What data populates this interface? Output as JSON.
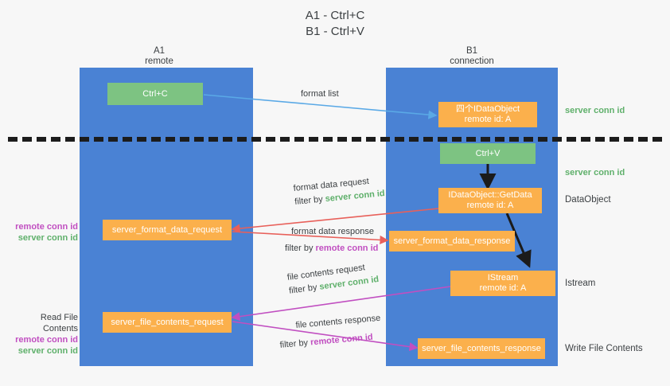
{
  "title": {
    "line1": "A1 - Ctrl+C",
    "line2": "B1 - Ctrl+V"
  },
  "columns": [
    {
      "name": "A1",
      "sub": "remote"
    },
    {
      "name": "B1",
      "sub": "connection"
    }
  ],
  "colors": {
    "lane": "#4a82d4",
    "green_box": "#7dc382",
    "orange_box": "#fbb04c",
    "server_conn_id": "#5fb06b",
    "remote_conn_id": "#c14fc1",
    "arrow_blue": "#5aa9e6",
    "arrow_red": "#e8605a",
    "arrow_magenta": "#c14fc1",
    "arrow_dark": "#1b1b1b",
    "divider": "#1c1c1c",
    "background": "#f7f7f7",
    "text": "#3c4043"
  },
  "boxes": {
    "ctrl_c": "Ctrl+C",
    "ctrl_v": "Ctrl+V",
    "idataobject_title": "四个IDataObject",
    "idataobject_sub": "remote id: A",
    "getdata_title": "IDataObject::GetData",
    "getdata_sub": "remote id: A",
    "istream_title": "IStream",
    "istream_sub": "remote id: A",
    "server_format_data_request": "server_format_data_request",
    "server_format_data_response": "server_format_data_response",
    "server_file_contents_request": "server_file_contents_request",
    "server_file_contents_response": "server_file_contents_response"
  },
  "captions": {
    "format_list": "format list",
    "format_data_request_l1": "format data request",
    "format_data_request_l2_prefix": "filter by ",
    "format_data_request_l2_key": "server conn id",
    "format_data_response_l1": "format data response",
    "format_data_response_l2_prefix": "filter by ",
    "format_data_response_l2_key": "remote conn id",
    "file_contents_request_l1": "file contents request",
    "file_contents_request_l2_prefix": "filter by ",
    "file_contents_request_l2_key": "server conn id",
    "file_contents_response_l1": "file contents response",
    "file_contents_response_l2_prefix": "filter by ",
    "file_contents_response_l2_key": "remote conn id"
  },
  "right_labels": {
    "server_conn_id_top": "server conn id",
    "server_conn_id_mid": "server conn id",
    "dataobject": "DataObject",
    "istream": "Istream",
    "write_file_contents": "Write File Contents"
  },
  "left_labels": {
    "remote_conn_id_1": "remote conn id",
    "server_conn_id_1": "server conn id",
    "read_file_contents": "Read File Contents",
    "remote_conn_id_2": "remote conn id",
    "server_conn_id_2": "server conn id"
  }
}
